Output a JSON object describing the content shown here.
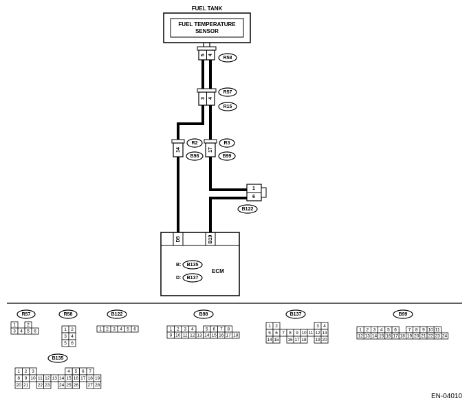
{
  "diagram": {
    "fuel_tank_label": "FUEL TANK",
    "sensor_label_line1": "FUEL TEMPERATURE",
    "sensor_label_line2": "SENSOR",
    "ecm_label": "ECM",
    "ecm_b_prefix": "B:",
    "ecm_b_connector": "B135",
    "ecm_d_prefix": "D:",
    "ecm_d_connector": "B137",
    "ecm_pin_left": "D5",
    "ecm_pin_right": "B19",
    "r58_pin_a": "5",
    "r58_pin_b": "4",
    "r58_tag": "R58",
    "r57_pin_a": "3",
    "r57_pin_b": "4",
    "r57_tag": "R57",
    "r15_tag": "R15",
    "left_junction_pin": "14",
    "r2_tag": "R2",
    "b98_tag": "B98",
    "right_junction_pin": "17",
    "r3_tag": "R3",
    "b99_tag": "B99",
    "b122_pin_top": "1",
    "b122_pin_bottom": "6",
    "b122_tag": "B122",
    "figure_code": "EN-04010"
  },
  "connectors": {
    "r57": {
      "tag": "R57",
      "rows": [
        [
          "1",
          "",
          "2"
        ],
        [
          "3",
          "4",
          "5",
          "6"
        ]
      ]
    },
    "r58": {
      "tag": "R58",
      "rows": [
        [
          "1",
          "2"
        ],
        [
          "3",
          "4"
        ],
        [
          "5",
          "6"
        ]
      ]
    },
    "b122": {
      "tag": "B122",
      "rows": [
        [
          "1",
          "2",
          "3",
          "4",
          "5",
          "6"
        ]
      ]
    },
    "b98": {
      "tag": "B98",
      "rows": [
        [
          "1",
          "2",
          "3",
          "4",
          "",
          "5",
          "6",
          "7",
          "8"
        ],
        [
          "9",
          "10",
          "11",
          "12",
          "13",
          "14",
          "15",
          "16",
          "17",
          "18"
        ]
      ]
    },
    "b137": {
      "tag": "B137",
      "rows": [
        [
          "1",
          "2",
          "",
          "",
          "",
          "",
          "",
          "3",
          "4"
        ],
        [
          "5",
          "6",
          "7",
          "8",
          "9",
          "10",
          "11",
          "12",
          "13"
        ],
        [
          "14",
          "15",
          "",
          "16",
          "17",
          "18",
          "",
          "19",
          "20"
        ]
      ]
    },
    "b99": {
      "tag": "B99",
      "rows": [
        [
          "1",
          "2",
          "3",
          "4",
          "5",
          "6",
          "",
          "7",
          "8",
          "9",
          "10",
          "11"
        ],
        [
          "12",
          "13",
          "14",
          "15",
          "16",
          "17",
          "18",
          "19",
          "20",
          "21",
          "22",
          "23",
          "24"
        ]
      ]
    },
    "b135": {
      "tag": "B135",
      "rows": [
        [
          "1",
          "2",
          "3",
          "",
          "",
          "",
          "",
          "4",
          "5",
          "6",
          "7"
        ],
        [
          "8",
          "9",
          "10",
          "11",
          "12",
          "13",
          "14",
          "15",
          "16",
          "17",
          "18",
          "19"
        ],
        [
          "20",
          "21",
          "",
          "22",
          "23",
          "",
          "24",
          "25",
          "26",
          "",
          "27",
          "28"
        ]
      ]
    }
  }
}
